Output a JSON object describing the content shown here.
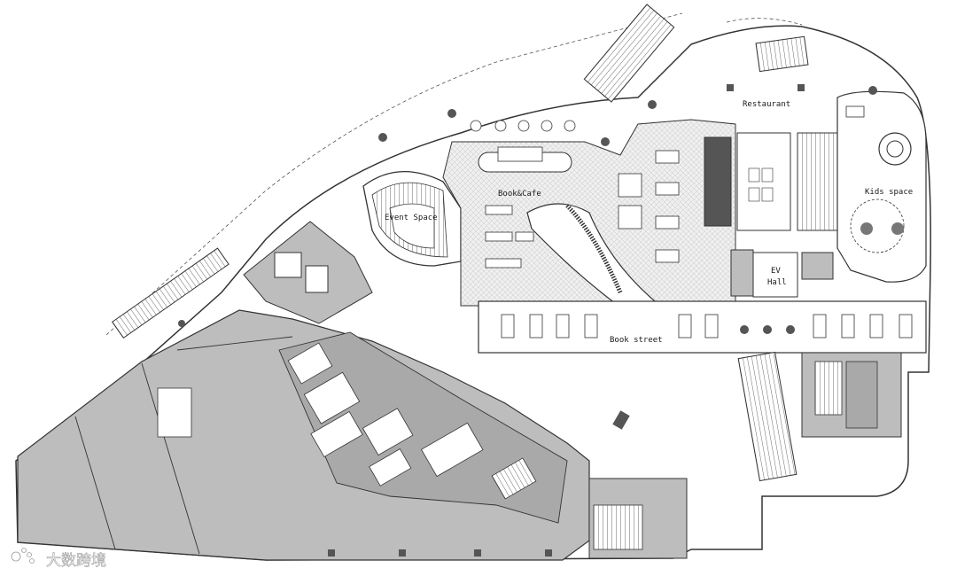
{
  "labels": {
    "restaurant": "Restaurant",
    "book_cafe": "Book&Cafe",
    "event_space": "Event Space",
    "kids_space": "Kids space",
    "ev_hall_1": "EV",
    "ev_hall_2": "Hall",
    "book_street": "Book street"
  },
  "watermark": {
    "text": "大数跨境",
    "icon": "paw-logo-icon"
  },
  "colors": {
    "wall_fill": "#bdbdbd",
    "dark_fill": "#555555",
    "floor_pattern": "#e6e6e6",
    "line": "#333333"
  }
}
